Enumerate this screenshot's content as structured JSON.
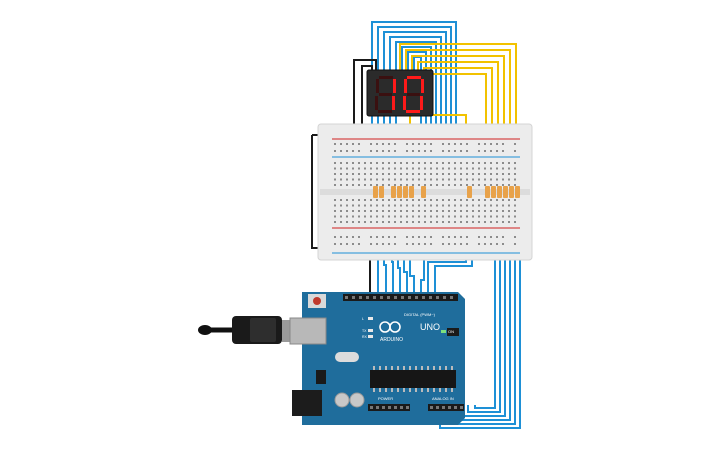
{
  "display": {
    "digits": [
      "1",
      "0"
    ]
  },
  "arduino": {
    "brand": "ARDUINO",
    "model": "UNO",
    "digital_label": "DIGITAL (PWM~)",
    "power_label": "POWER",
    "analog_label": "ANALOG IN",
    "status_label": "ON",
    "tx_label": "TX",
    "rx_label": "RX",
    "l_label": "L"
  },
  "colors": {
    "wire_blue": "#1e90d6",
    "wire_yellow": "#f2c200",
    "wire_black": "#1a1a1a",
    "wire_red": "#d01f1f",
    "board": "#1f6d9c",
    "breadboard": "#ececec",
    "resistor": "#e8a24a",
    "segment_on": "#ff1a1a"
  }
}
